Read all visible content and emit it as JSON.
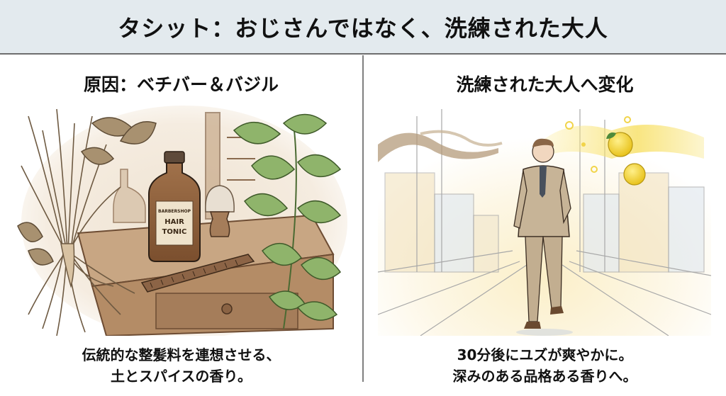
{
  "header": {
    "title": "タシット：おじさんではなく、洗練された大人"
  },
  "left_panel": {
    "heading": "原因：ベチバー＆バジル",
    "illustration": {
      "description": "vetiver roots, basil leaves, hair tonic bottle, shaving brush and comb on a wooden barber counter",
      "bottle_label": {
        "brand": "BARBERSHOP",
        "line1": "HAIR",
        "line2": "TONIC"
      }
    },
    "caption_line1": "伝統的な整髪料を連想させる、",
    "caption_line2": "土とスパイスの香り。"
  },
  "right_panel": {
    "heading": "洗練された大人へ変化",
    "illustration": {
      "description": "man in beige suit walking down a bright city street with earthy scent trail on the left and yuzu citrus scent trail on the right"
    },
    "caption_line1": "30分後にユズが爽やかに。",
    "caption_line2": "深みのある品格ある香りへ。"
  },
  "colors": {
    "header_bg": "#e3eaee",
    "divider": "#808080",
    "wood": "#a98564",
    "basil_green": "#7fa65a",
    "yuzu_yellow": "#f2d23c",
    "suit_beige": "#c7b497"
  }
}
